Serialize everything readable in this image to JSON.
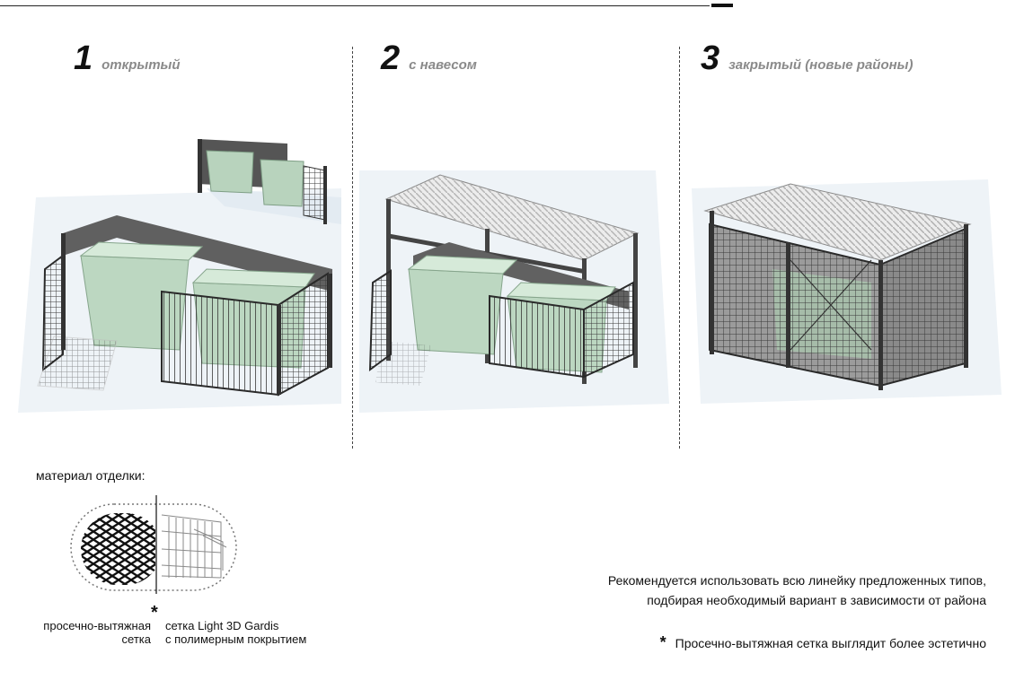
{
  "types": [
    {
      "number": "1",
      "label": "открытый"
    },
    {
      "number": "2",
      "label": "с навесом"
    },
    {
      "number": "3",
      "label": "закрытый (новые районы)"
    }
  ],
  "material": {
    "title": "материал отделки:",
    "asterisk": "*",
    "left_caption_line1": "просечно-вытяжная",
    "left_caption_line2": "сетка",
    "right_caption_line1": "сетка Light 3D Gardis",
    "right_caption_line2": "с полимерным покрытием"
  },
  "recommendation": {
    "line1": "Рекомендуется использовать всю линейку предложенных типов,",
    "line2": "подбирая необходимый вариант в зависимости от района"
  },
  "note": {
    "star": "*",
    "text": "Просечно-вытяжная сетка выглядит более эстетично"
  }
}
